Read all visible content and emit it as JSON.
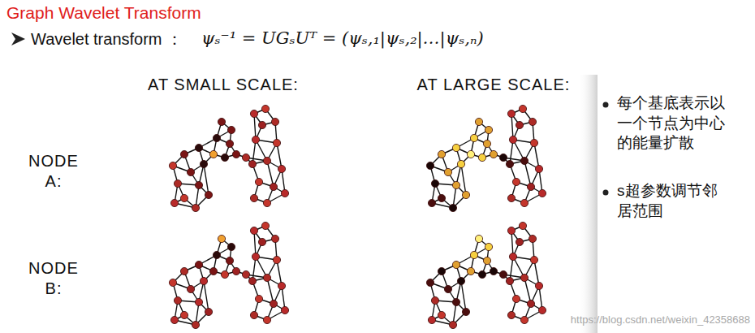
{
  "diagram": {
    "title": "Graph Wavelet Transform",
    "labels": [
      "Wavelet transform ：",
      "ψₛ⁻¹ = UGₛUᵀ = (ψₛ,₁|ψₛ,₂|…|ψₛ,ₙ)",
      "AT SMALL SCALE:",
      "AT LARGE SCALE:",
      "NODE A:",
      "NODE B:",
      "每个基底表示以一个节点为中心的能量扩散",
      "s超参数调节邻居范围",
      "https://blog.csdn.net/weixin_42358688"
    ]
  }
}
